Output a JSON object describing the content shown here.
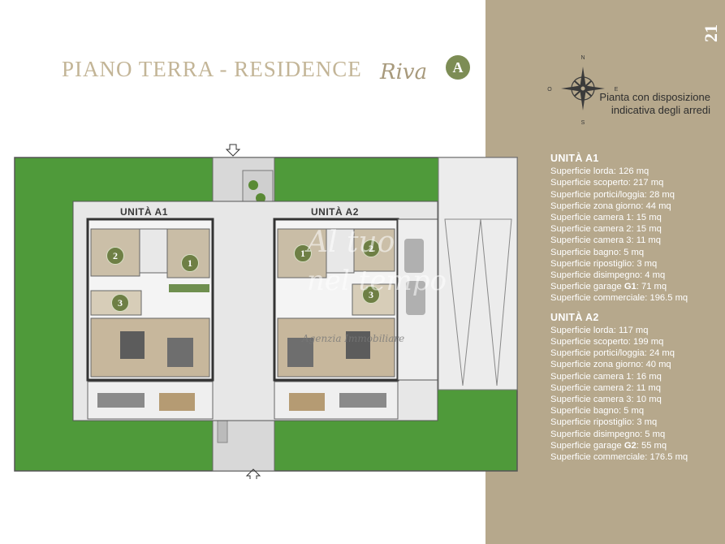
{
  "header": {
    "title": "PIANO TERRA - RESIDENCE",
    "brand_script": "Riva",
    "badge": "A",
    "subtitle_line1": "Pianta con disposizione",
    "subtitle_line2": "indicativa degli arredi"
  },
  "page_number": "21",
  "compass": {
    "n": "N",
    "s": "S",
    "e": "E",
    "o": "O"
  },
  "plan": {
    "unit_a1_label": "UNITÀ A1",
    "unit_a2_label": "UNITÀ A2",
    "room_numbers_a1": [
      "2",
      "1",
      "3"
    ],
    "room_numbers_a2": [
      "1",
      "2",
      "3"
    ],
    "watermark_line1": "Al tuo",
    "watermark_line2": "nel tempo",
    "watermark_line3": "Agenzia Immobiliare"
  },
  "specs": {
    "a1": {
      "title": "UNITÀ A1",
      "rows": [
        "Superficie lorda: 126 mq",
        "Superficie scoperto: 217 mq",
        "Superficie portici/loggia: 28 mq",
        "Superficie zona giorno: 44 mq",
        "Superficie camera 1: 15 mq",
        "Superficie camera 2: 15 mq",
        "Superficie camera 3: 11 mq",
        "Superficie bagno: 5 mq",
        "Superficie ripostiglio: 3 mq",
        "Superficie disimpegno: 4 mq"
      ],
      "garage_prefix": "Superficie garage ",
      "garage_code": "G1",
      "garage_value": ": 71 mq",
      "commercial": "Superficie commerciale: 196.5 mq"
    },
    "a2": {
      "title": "UNITÀ A2",
      "rows": [
        "Superficie lorda: 117 mq",
        "Superficie scoperto: 199 mq",
        "Superficie portici/loggia: 24 mq",
        "Superficie zona giorno: 40 mq",
        "Superficie camera 1: 16 mq",
        "Superficie camera 2: 11 mq",
        "Superficie camera 3: 10 mq",
        "Superficie bagno: 5 mq",
        "Superficie ripostiglio: 3 mq",
        "Superficie disimpegno: 5 mq"
      ],
      "garage_prefix": "Superficie garage ",
      "garage_code": "G2",
      "garage_value": ": 55 mq",
      "commercial": "Superficie commerciale: 176.5 mq"
    }
  },
  "colors": {
    "side_panel": "#b6a88c",
    "title": "#c3b597",
    "badge": "#7d8d55",
    "lawn": "#4f9a3a"
  }
}
